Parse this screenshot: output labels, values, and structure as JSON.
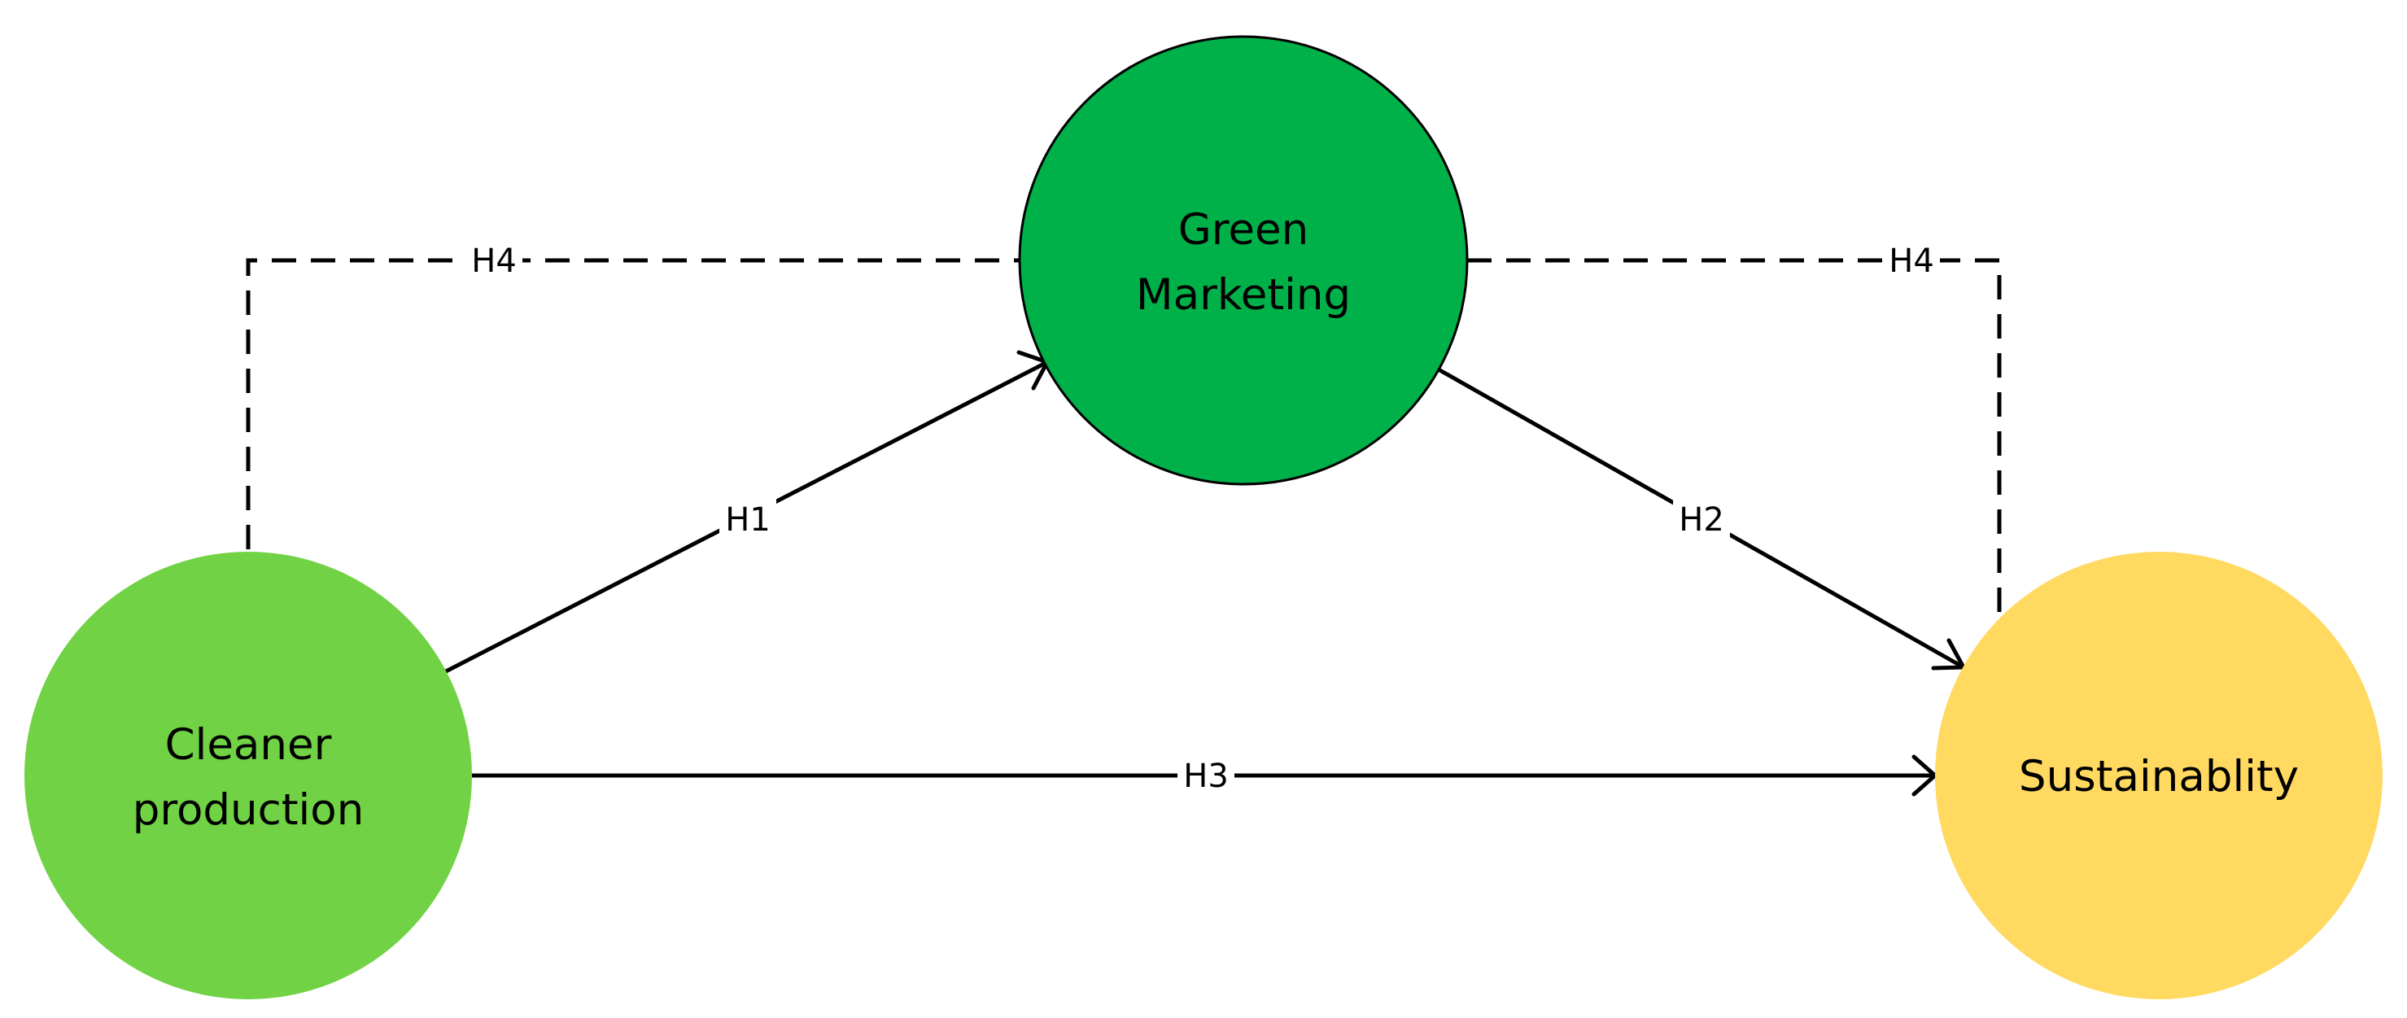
{
  "nodes": {
    "cleaner_production": {
      "lines": [
        "Cleaner",
        "production"
      ],
      "color": "#70D244"
    },
    "green_marketing": {
      "lines": [
        "Green",
        "Marketing"
      ],
      "color": "#00B14A"
    },
    "sustainability": {
      "lines": [
        "Sustainablity"
      ],
      "color": "#FFD960"
    }
  },
  "edges": {
    "h1": {
      "label": "H1",
      "from": "Cleaner production",
      "to": "Green Marketing",
      "style": "solid"
    },
    "h2": {
      "label": "H2",
      "from": "Green Marketing",
      "to": "Sustainablity",
      "style": "solid"
    },
    "h3": {
      "label": "H3",
      "from": "Cleaner production",
      "to": "Sustainablity",
      "style": "solid"
    },
    "h4_left": {
      "label": "H4",
      "from": "Cleaner production",
      "to": "Green Marketing",
      "style": "dashed"
    },
    "h4_right": {
      "label": "H4",
      "from": "Green Marketing",
      "to": "Sustainablity",
      "style": "dashed"
    }
  }
}
